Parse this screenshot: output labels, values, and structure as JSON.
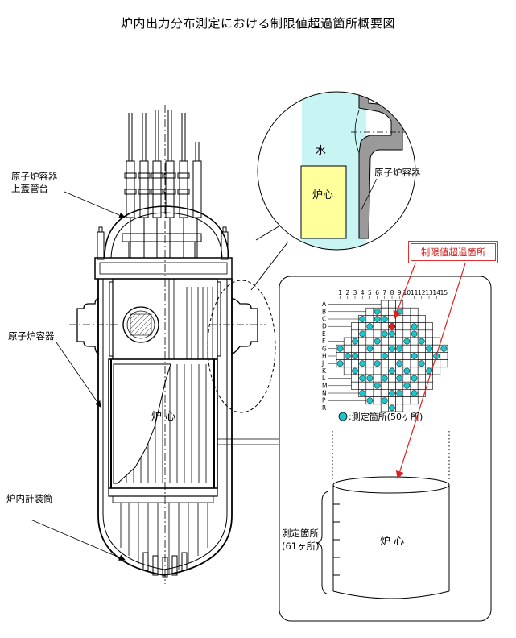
{
  "title": "炉内出力分布測定における制限値超過箇所概要図",
  "labels": {
    "head_penetration": [
      "原子炉容器",
      "上蓋管台"
    ],
    "vessel": "原子炉容器",
    "thimble": "炉内計装筒",
    "core_main": "炉 心",
    "inset_water": "水",
    "inset_core": "炉心",
    "inset_vessel": "原子炉容器",
    "exceed_callout": "制限値超過箇所",
    "measure_legend": ":測定箇所(50ヶ所)",
    "measure_points": [
      "測定箇所",
      "(61ヶ所)"
    ],
    "core_cylinder": "炉 心"
  },
  "map": {
    "columns": [
      "1",
      "2",
      "3",
      "4",
      "5",
      "6",
      "7",
      "8",
      "9",
      "10",
      "11",
      "12",
      "13",
      "14",
      "15"
    ],
    "rows": [
      "A",
      "B",
      "C",
      "D",
      "E",
      "F",
      "G",
      "H",
      "J",
      "K",
      "L",
      "M",
      "N",
      "P",
      "R"
    ],
    "row_spans": [
      [
        7,
        9
      ],
      [
        5,
        11
      ],
      [
        4,
        12
      ],
      [
        3,
        13
      ],
      [
        3,
        13
      ],
      [
        2,
        14
      ],
      [
        1,
        15
      ],
      [
        1,
        15
      ],
      [
        1,
        15
      ],
      [
        2,
        14
      ],
      [
        3,
        13
      ],
      [
        3,
        13
      ],
      [
        4,
        12
      ],
      [
        5,
        11
      ],
      [
        7,
        9
      ]
    ],
    "measured": [
      [
        2,
        9
      ],
      [
        3,
        4
      ],
      [
        3,
        6
      ],
      [
        3,
        7
      ],
      [
        4,
        8
      ],
      [
        4,
        11
      ],
      [
        5,
        4
      ],
      [
        5,
        7
      ],
      [
        5,
        8
      ],
      [
        5,
        11
      ],
      [
        6,
        3
      ],
      [
        6,
        6
      ],
      [
        6,
        10
      ],
      [
        6,
        12
      ],
      [
        7,
        1
      ],
      [
        7,
        5
      ],
      [
        7,
        8
      ],
      [
        7,
        9
      ],
      [
        7,
        13
      ],
      [
        7,
        15
      ],
      [
        8,
        2
      ],
      [
        8,
        3
      ],
      [
        8,
        7
      ],
      [
        8,
        11
      ],
      [
        8,
        14
      ],
      [
        9,
        1
      ],
      [
        9,
        4
      ],
      [
        9,
        6
      ],
      [
        9,
        9
      ],
      [
        9,
        12
      ],
      [
        10,
        3
      ],
      [
        10,
        8
      ],
      [
        10,
        10
      ],
      [
        10,
        13
      ],
      [
        11,
        4
      ],
      [
        11,
        5
      ],
      [
        11,
        7
      ],
      [
        11,
        9
      ],
      [
        11,
        11
      ],
      [
        12,
        6
      ],
      [
        12,
        10
      ],
      [
        13,
        4
      ],
      [
        13,
        8
      ],
      [
        13,
        9
      ],
      [
        13,
        11
      ],
      [
        14,
        5
      ],
      [
        14,
        7
      ],
      [
        15,
        8
      ],
      [
        2,
        6
      ],
      [
        4,
        5
      ]
    ],
    "exceeding": [
      [
        4,
        8
      ]
    ],
    "colors": {
      "measured": "#1cc6cc",
      "exceeding": "#e02020",
      "accent": "#e03030"
    }
  }
}
